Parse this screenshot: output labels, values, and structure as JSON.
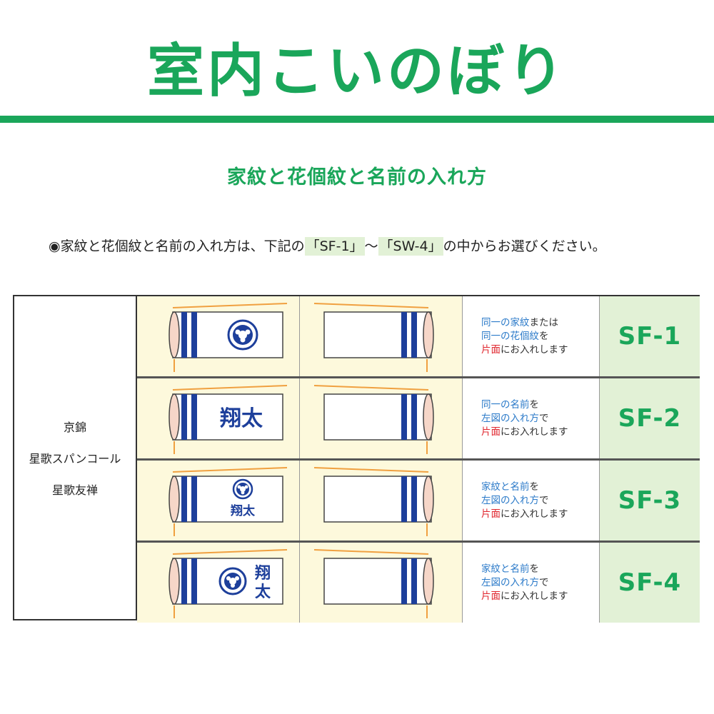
{
  "header": {
    "title": "室内こいのぼり",
    "subtitle": "家紋と花個紋と名前の入れ方"
  },
  "note": {
    "prefix": "◉家紋と花個紋と名前の入れ方は、下記の",
    "code_from": "「SF-1」",
    "wave": "〜",
    "code_to": "「SW-4」",
    "suffix": "の中からお選びください。"
  },
  "table": {
    "materials": [
      "京錦",
      "星歌スパンコール",
      "星歌友禅"
    ],
    "rows": [
      {
        "code": "SF-1",
        "desc": [
          [
            {
              "t": "同一の",
              "c": "blue"
            },
            {
              "t": "家紋",
              "c": "blue"
            },
            {
              "t": "または",
              "c": "dark"
            }
          ],
          [
            {
              "t": "同一の",
              "c": "blue"
            },
            {
              "t": "花個紋",
              "c": "blue"
            },
            {
              "t": "を",
              "c": "dark"
            }
          ],
          [
            {
              "t": "片面",
              "c": "red"
            },
            {
              "t": "にお入れします",
              "c": "dark"
            }
          ]
        ],
        "banner_text": ""
      },
      {
        "code": "SF-2",
        "desc": [
          [
            {
              "t": "同一の名前",
              "c": "blue"
            },
            {
              "t": "を",
              "c": "dark"
            }
          ],
          [
            {
              "t": "左図の入れ方",
              "c": "blue"
            },
            {
              "t": "で",
              "c": "dark"
            }
          ],
          [
            {
              "t": "片面",
              "c": "red"
            },
            {
              "t": "にお入れします",
              "c": "dark"
            }
          ]
        ],
        "banner_text": "翔太"
      },
      {
        "code": "SF-3",
        "desc": [
          [
            {
              "t": "家紋と名前",
              "c": "blue"
            },
            {
              "t": "を",
              "c": "dark"
            }
          ],
          [
            {
              "t": "左図の入れ方",
              "c": "blue"
            },
            {
              "t": "で",
              "c": "dark"
            }
          ],
          [
            {
              "t": "片面",
              "c": "red"
            },
            {
              "t": "にお入れします",
              "c": "dark"
            }
          ]
        ],
        "banner_text": "翔太"
      },
      {
        "code": "SF-4",
        "desc": [
          [
            {
              "t": "家紋と名前",
              "c": "blue"
            },
            {
              "t": "を",
              "c": "dark"
            }
          ],
          [
            {
              "t": "左図の入れ方",
              "c": "blue"
            },
            {
              "t": "で",
              "c": "dark"
            }
          ],
          [
            {
              "t": "片面",
              "c": "red"
            },
            {
              "t": "にお入れします",
              "c": "dark"
            }
          ]
        ],
        "banner_text_col1": "翔",
        "banner_text_col2": "太"
      }
    ]
  },
  "colors": {
    "brand_green": "#1aa65a",
    "crest_blue": "#1d3f9b",
    "stripe_blue": "#1d3f9b",
    "cell_yellow": "#fdf9dc",
    "code_bg_green": "#e2f1d6"
  },
  "icons": [
    "koinobori-banner-icon",
    "family-crest-icon"
  ]
}
